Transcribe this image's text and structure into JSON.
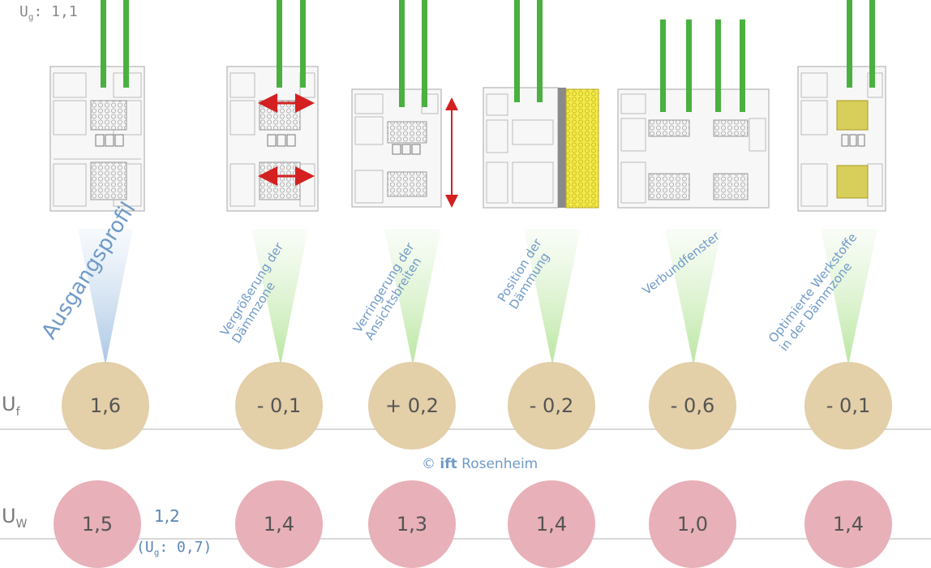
{
  "ug_label": {
    "prefix": "U",
    "sub": "g",
    "value": ": 1,1"
  },
  "row_labels": {
    "uf": {
      "main": "U",
      "sub": "f"
    },
    "uw": {
      "main": "U",
      "sub": "W"
    }
  },
  "colors": {
    "uf_circle": "#e3cfa8",
    "uw_circle": "#e8b0b8",
    "label_blue": "#6f9ac8",
    "glass_green": "#4ab040",
    "arrow_red": "#d42020",
    "insulation_yellow": "#f0e040"
  },
  "columns": [
    {
      "label": "Ausgangsprofil",
      "uf": "1,6",
      "uw": "1,5",
      "beam": "blue"
    },
    {
      "label": "Vergrößerung der\nDämmzone",
      "uf": "- 0,1",
      "uw": "1,4",
      "beam": "green"
    },
    {
      "label": "Verringerung der\nAnsichtsbreiten",
      "uf": "+ 0,2",
      "uw": "1,3",
      "beam": "green"
    },
    {
      "label": "Position der\nDämmung",
      "uf": "- 0,2",
      "uw": "1,4",
      "beam": "green"
    },
    {
      "label": "Verbundfenster",
      "uf": "- 0,6",
      "uw": "1,0",
      "beam": "green"
    },
    {
      "label": "Optimierte Werkstoffe\nin der Dämmzone",
      "uf": "- 0,1",
      "uw": "1,4",
      "beam": "green"
    }
  ],
  "copyright": {
    "symbol": "©",
    "brand": "ift",
    "city": "Rosenheim"
  },
  "alt_uw": "1,2",
  "alt_ug": {
    "open": "(U",
    "sub": "g",
    "value": ": 0,7)"
  }
}
